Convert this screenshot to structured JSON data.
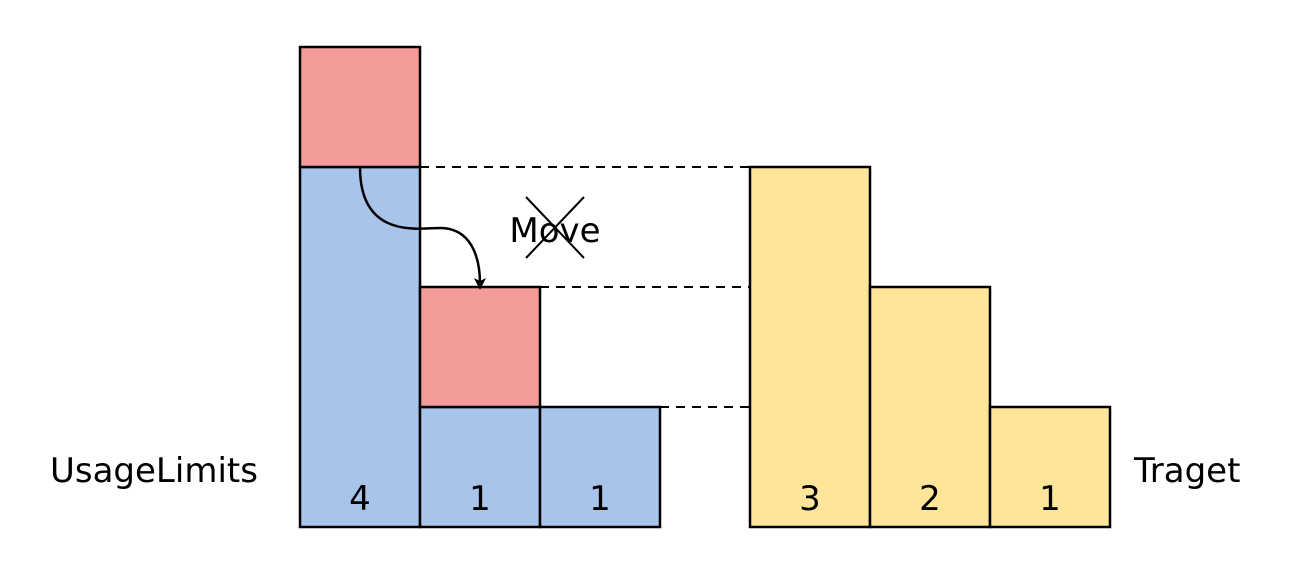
{
  "labels": {
    "left": "UsageLimits",
    "right": "Traget",
    "move": "Move"
  },
  "usage_limits": {
    "values": [
      "4",
      "1",
      "1"
    ]
  },
  "target": {
    "values": [
      "3",
      "2",
      "1"
    ]
  },
  "colors": {
    "blue": "#A9C4EB",
    "red": "#F19C99",
    "yellow": "#FFE599",
    "stroke": "#000000"
  }
}
